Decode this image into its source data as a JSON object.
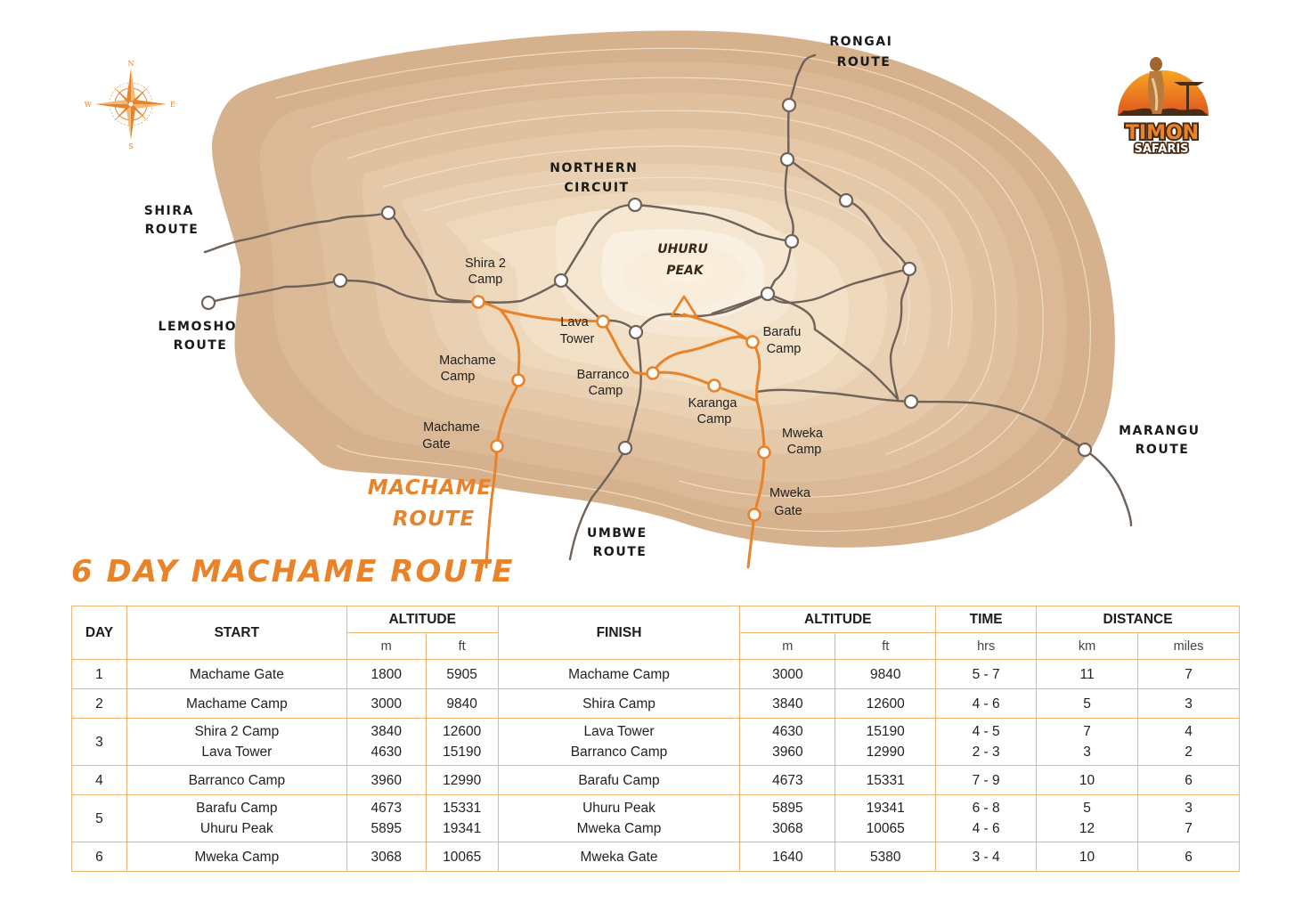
{
  "map": {
    "routes": {
      "rongai": [
        "RONGAI",
        "ROUTE"
      ],
      "northern": [
        "NORTHERN",
        "CIRCUIT"
      ],
      "shira": [
        "SHIRA",
        "ROUTE"
      ],
      "lemosho": [
        "LEMOSHO",
        "ROUTE"
      ],
      "marangu": [
        "MARANGU",
        "ROUTE"
      ],
      "umbwe": [
        "UMBWE",
        "ROUTE"
      ],
      "machame": [
        "MACHAME",
        "ROUTE"
      ]
    },
    "peak": [
      "UHURU",
      "PEAK"
    ],
    "camps": {
      "shira2": [
        "Shira 2",
        "Camp"
      ],
      "lava": [
        "Lava",
        "Tower"
      ],
      "machame_camp": [
        "Machame",
        "Camp"
      ],
      "machame_gate": [
        "Machame",
        "Gate"
      ],
      "barranco": [
        "Barranco",
        "Camp"
      ],
      "karanga": [
        "Karanga",
        "Camp"
      ],
      "barafu": [
        "Barafu",
        "Camp"
      ],
      "mweka_camp": [
        "Mweka",
        "Camp"
      ],
      "mweka_gate": [
        "Mweka",
        "Gate"
      ]
    },
    "compass": {
      "n": "N",
      "s": "S",
      "e": "E",
      "w": "W"
    },
    "colors": {
      "accent": "#e8832a",
      "trail": "#6e6259",
      "terrain": "#c9a582"
    }
  },
  "logo": {
    "line1": "TIMON",
    "line2": "SAFARIS"
  },
  "table": {
    "title": "6 DAY MACHAME ROUTE",
    "headers": {
      "day": "DAY",
      "start": "START",
      "altitude": "ALTITUDE",
      "finish": "FINISH",
      "altitude2": "ALTITUDE",
      "time": "TIME",
      "distance": "DISTANCE",
      "m": "m",
      "ft": "ft",
      "m2": "m",
      "ft2": "ft",
      "hrs": "hrs",
      "km": "km",
      "miles": "miles"
    },
    "rows": [
      {
        "day": "1",
        "start": [
          "Machame Gate"
        ],
        "sm": [
          "1800"
        ],
        "sft": [
          "5905"
        ],
        "finish": [
          "Machame Camp"
        ],
        "fm": [
          "3000"
        ],
        "fft": [
          "9840"
        ],
        "hrs": [
          "5 - 7"
        ],
        "km": [
          "11"
        ],
        "mi": [
          "7"
        ]
      },
      {
        "day": "2",
        "start": [
          "Machame Camp"
        ],
        "sm": [
          "3000"
        ],
        "sft": [
          "9840"
        ],
        "finish": [
          "Shira Camp"
        ],
        "fm": [
          "3840"
        ],
        "fft": [
          "12600"
        ],
        "hrs": [
          "4 - 6"
        ],
        "km": [
          "5"
        ],
        "mi": [
          "3"
        ]
      },
      {
        "day": "3",
        "start": [
          "Shira 2 Camp",
          "Lava Tower"
        ],
        "sm": [
          "3840",
          "4630"
        ],
        "sft": [
          "12600",
          "15190"
        ],
        "finish": [
          "Lava Tower",
          "Barranco Camp"
        ],
        "fm": [
          "4630",
          "3960"
        ],
        "fft": [
          "15190",
          "12990"
        ],
        "hrs": [
          "4 - 5",
          "2 - 3"
        ],
        "km": [
          "7",
          "3"
        ],
        "mi": [
          "4",
          "2"
        ]
      },
      {
        "day": "4",
        "start": [
          "Barranco Camp"
        ],
        "sm": [
          "3960"
        ],
        "sft": [
          "12990"
        ],
        "finish": [
          "Barafu Camp"
        ],
        "fm": [
          "4673"
        ],
        "fft": [
          "15331"
        ],
        "hrs": [
          "7 - 9"
        ],
        "km": [
          "10"
        ],
        "mi": [
          "6"
        ]
      },
      {
        "day": "5",
        "start": [
          "Barafu Camp",
          "Uhuru Peak"
        ],
        "sm": [
          "4673",
          "5895"
        ],
        "sft": [
          "15331",
          "19341"
        ],
        "finish": [
          "Uhuru Peak",
          "Mweka Camp"
        ],
        "fm": [
          "5895",
          "3068"
        ],
        "fft": [
          "19341",
          "10065"
        ],
        "hrs": [
          "6 - 8",
          "4 - 6"
        ],
        "km": [
          "5",
          "12"
        ],
        "mi": [
          "3",
          "7"
        ]
      },
      {
        "day": "6",
        "start": [
          "Mweka Camp"
        ],
        "sm": [
          "3068"
        ],
        "sft": [
          "10065"
        ],
        "finish": [
          "Mweka Gate"
        ],
        "fm": [
          "1640"
        ],
        "fft": [
          "5380"
        ],
        "hrs": [
          "3 - 4"
        ],
        "km": [
          "10"
        ],
        "mi": [
          "6"
        ]
      }
    ]
  }
}
